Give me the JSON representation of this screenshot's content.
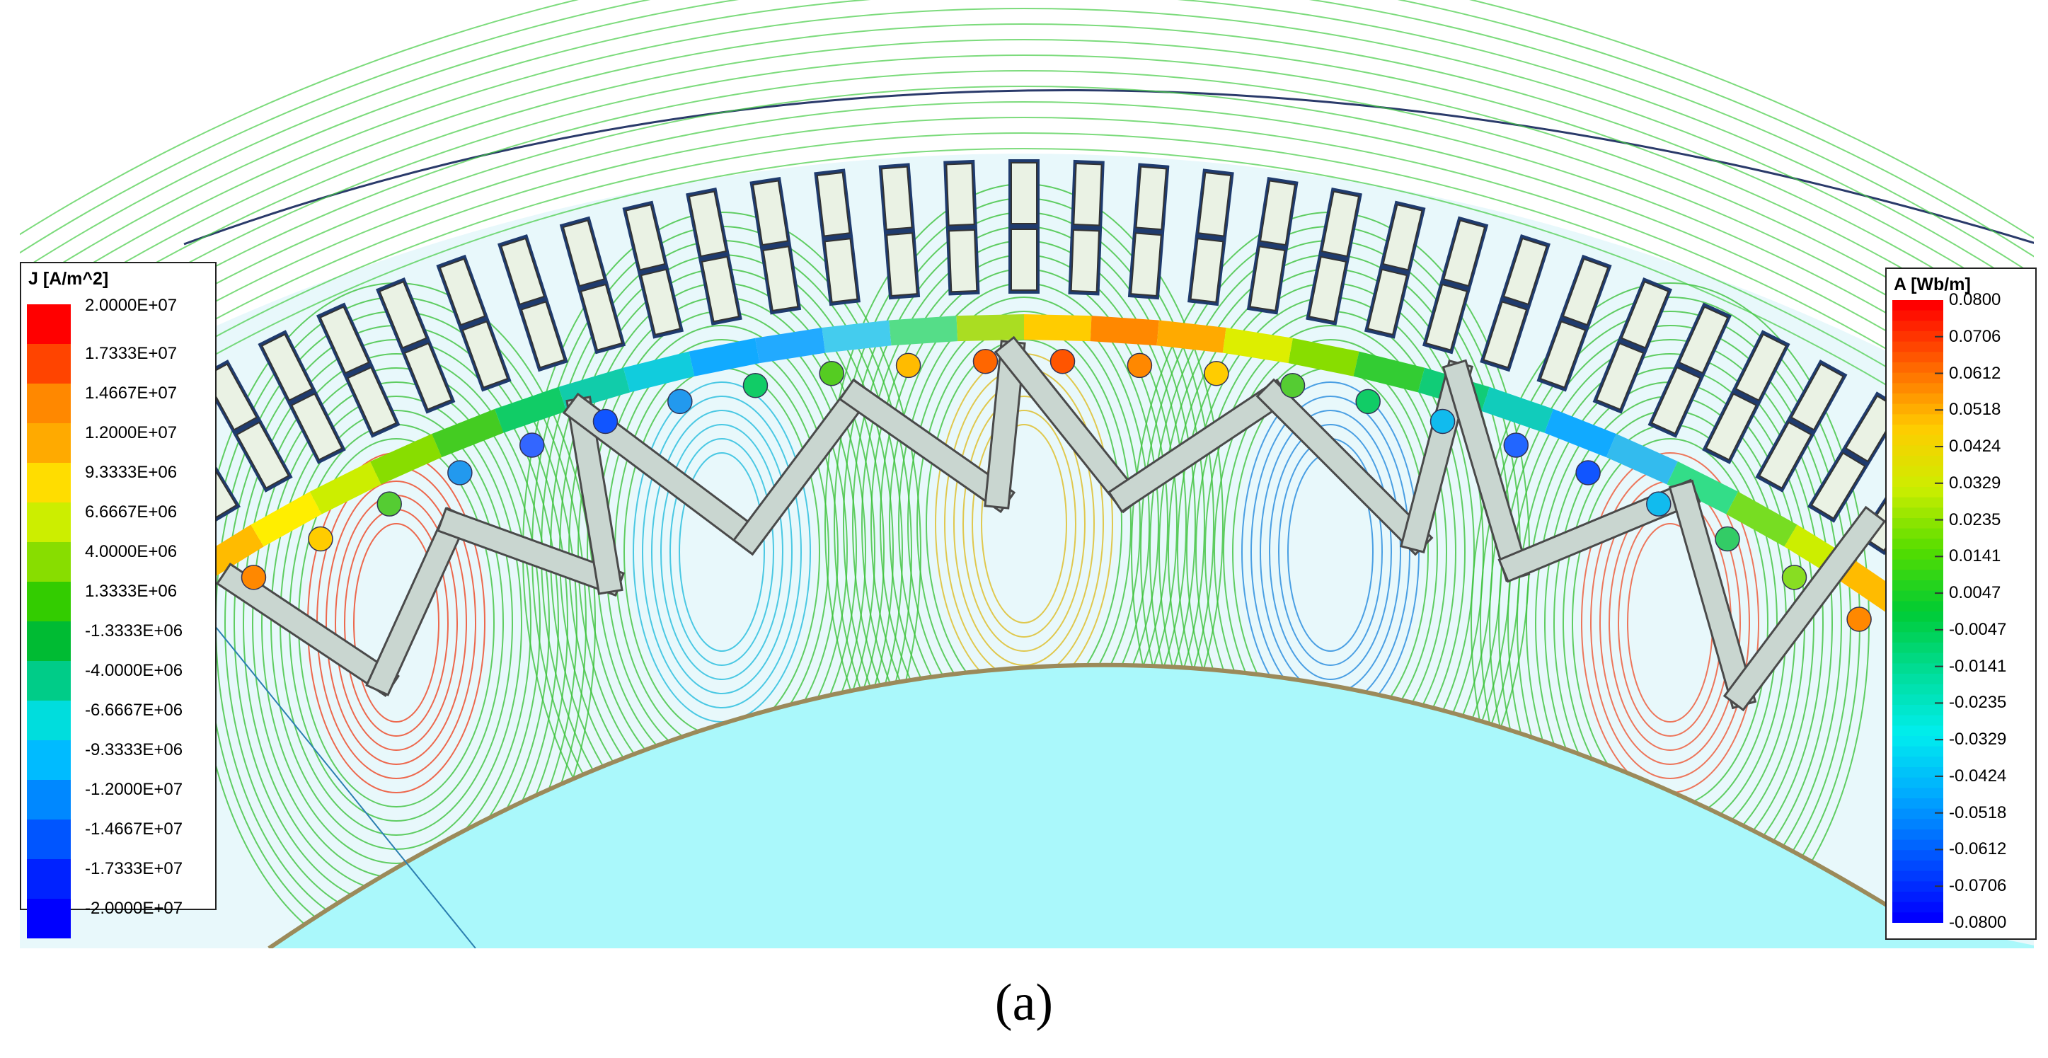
{
  "figure": {
    "caption": "(a)"
  },
  "legend_current_density": {
    "title": "J [A/m^2]",
    "labels": [
      "2.0000E+07",
      "1.7333E+07",
      "1.4667E+07",
      "1.2000E+07",
      "9.3333E+06",
      "6.6667E+06",
      "4.0000E+06",
      "1.3333E+06",
      "-1.3333E+06",
      "-4.0000E+06",
      "-6.6667E+06",
      "-9.3333E+06",
      "-1.2000E+07",
      "-1.4667E+07",
      "-1.7333E+07",
      "-2.0000E+07"
    ],
    "colors": [
      "#ff0000",
      "#ff4400",
      "#ff8800",
      "#ffaa00",
      "#ffdd00",
      "#ccee00",
      "#88dd00",
      "#33cc00",
      "#00bb33",
      "#00cc88",
      "#00dddd",
      "#00bbff",
      "#0088ff",
      "#0055ff",
      "#0022ff",
      "#0000ff"
    ]
  },
  "legend_vector_potential": {
    "title": "A [Wb/m]",
    "labels": [
      "0.0800",
      "0.0706",
      "0.0612",
      "0.0518",
      "0.0424",
      "0.0329",
      "0.0235",
      "0.0141",
      "0.0047",
      "-0.0047",
      "-0.0141",
      "-0.0235",
      "-0.0329",
      "-0.0424",
      "-0.0518",
      "-0.0612",
      "-0.0706",
      "-0.0800"
    ]
  }
}
